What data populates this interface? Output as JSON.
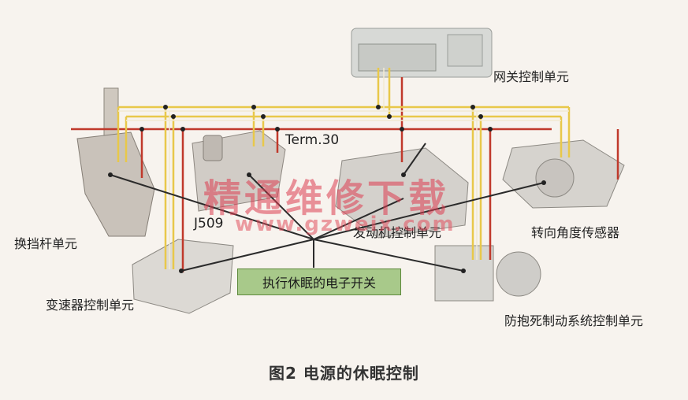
{
  "labels": {
    "gateway": "网关控制单元",
    "term30": "Term.30",
    "gear_lever": "换挡杆单元",
    "j509": "J509",
    "engine": "发动机控制单元",
    "steering_angle": "转向角度传感器",
    "transmission": "变速器控制单元",
    "abs": "防抱死制动系统控制单元"
  },
  "switch_label": "执行休眠的电子开关",
  "caption": "图2 电源的休眠控制",
  "watermark": {
    "chinese": "精通维修下载",
    "url": "www.gzweix.com"
  },
  "colors": {
    "term30_line": "#c0392b",
    "bus_yellow": "#e8c84a",
    "bus_white": "#f2ead2",
    "sleep_line": "#2b2b2b",
    "switch_fill": "#a8c98a"
  }
}
